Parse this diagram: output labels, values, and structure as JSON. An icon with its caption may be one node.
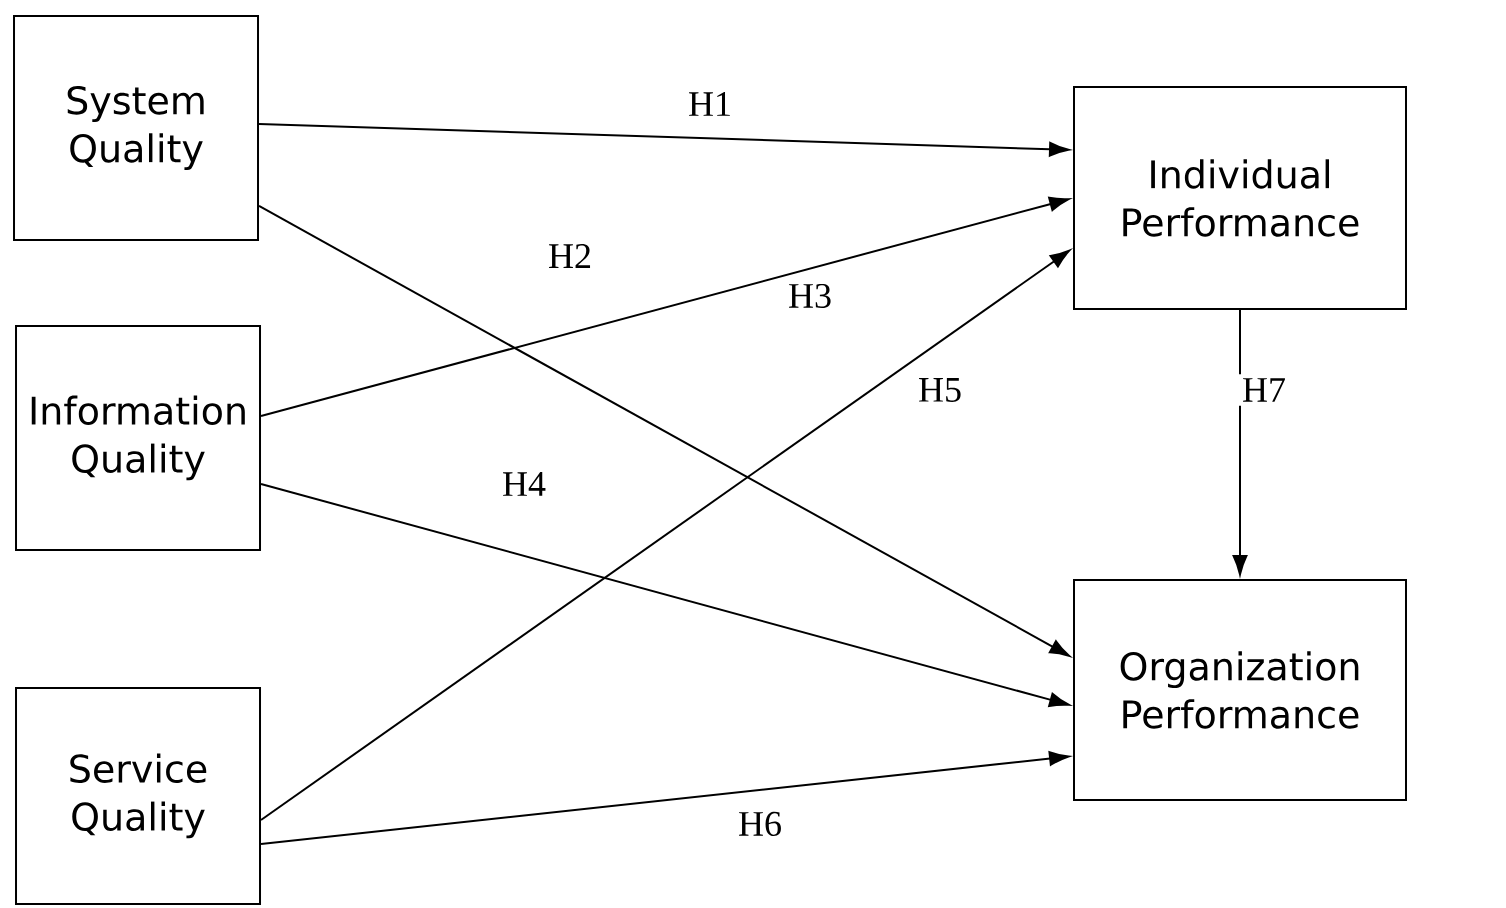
{
  "diagram": {
    "nodes": [
      {
        "text": [
          "System Quality"
        ]
      },
      {
        "text": [
          "Information Quality"
        ]
      },
      {
        "text": [
          "Service Quality"
        ]
      },
      {
        "text": [
          "Individual Performance"
        ]
      },
      {
        "text": [
          "Organization Performance"
        ]
      }
    ],
    "edges": [
      {
        "from": 0,
        "to": 3,
        "arrow": "to",
        "label": "H1"
      },
      {
        "from": 0,
        "to": 4,
        "arrow": "to",
        "label": "H2"
      },
      {
        "from": 1,
        "to": 3,
        "arrow": "to",
        "label": "H3"
      },
      {
        "from": 1,
        "to": 4,
        "arrow": "to",
        "label": "H4"
      },
      {
        "from": 2,
        "to": 3,
        "arrow": "to",
        "label": "H5"
      },
      {
        "from": 2,
        "to": 4,
        "arrow": "to",
        "label": "H6"
      },
      {
        "from": 3,
        "to": 4,
        "arrow": "to",
        "label": "H7"
      }
    ]
  }
}
